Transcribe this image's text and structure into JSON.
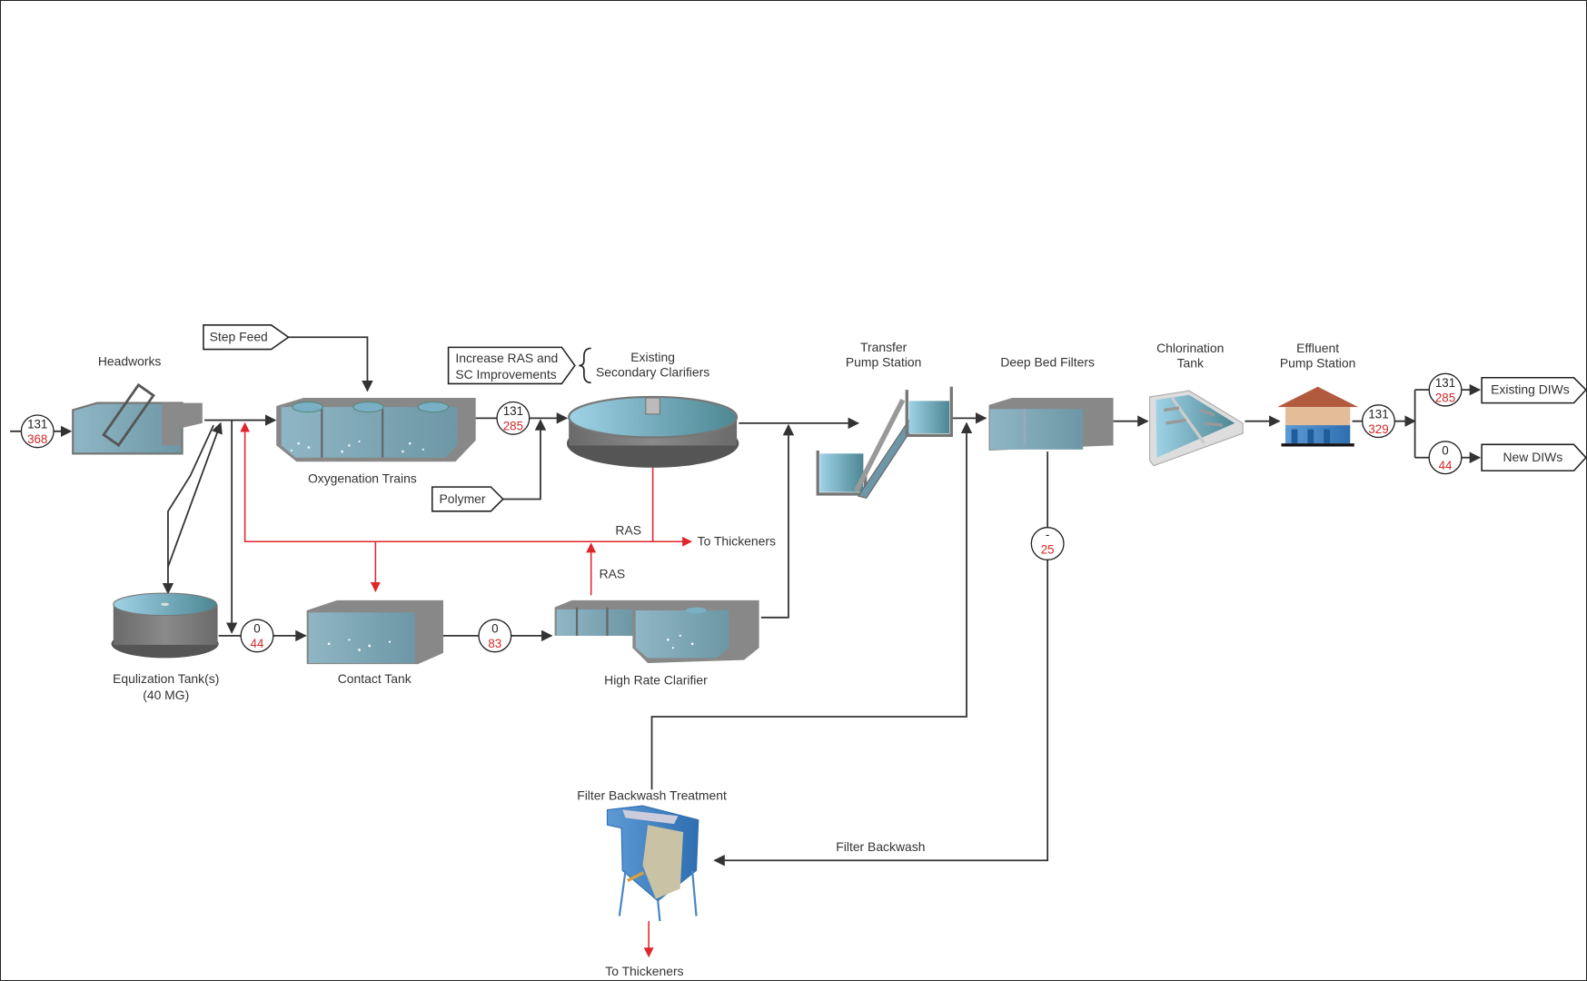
{
  "diagram": {
    "type": "process-flow",
    "title": "Wastewater Treatment Process Flow",
    "colors": {
      "flow_line": "#333333",
      "ras_line": "#e0262b",
      "flow_value_top": "#222222",
      "flow_value_bottom": "#d42a2a",
      "water": "#7fa8b6",
      "tank_wall": "#808080"
    },
    "units": [
      {
        "id": "headworks",
        "label": "Headworks"
      },
      {
        "id": "oxygenation",
        "label": "Oxygenation Trains"
      },
      {
        "id": "secondary_clarifiers",
        "label_line1": "Existing",
        "label_line2": "Secondary Clarifiers"
      },
      {
        "id": "transfer_pump",
        "label_line1": "Transfer",
        "label_line2": "Pump Station"
      },
      {
        "id": "deep_bed_filters",
        "label": "Deep Bed Filters"
      },
      {
        "id": "chlorination",
        "label_line1": "Chlorination",
        "label_line2": "Tank"
      },
      {
        "id": "effluent_pump",
        "label_line1": "Effluent",
        "label_line2": "Pump Station"
      },
      {
        "id": "equalization",
        "label_line1": "Equlization Tank(s)",
        "label_line2": "(40 MG)"
      },
      {
        "id": "contact_tank",
        "label": "Contact Tank"
      },
      {
        "id": "high_rate_clarifier",
        "label": "High Rate Clarifier"
      },
      {
        "id": "filter_backwash_treatment",
        "label": "Filter Backwash Treatment"
      }
    ],
    "tags": {
      "step_feed": "Step Feed",
      "increase_ras_line1": "Increase RAS and",
      "increase_ras_line2": "SC Improvements",
      "polymer": "Polymer",
      "existing_diws": "Existing DIWs",
      "new_diws": "New DIWs"
    },
    "flow_labels": {
      "ras_1": "RAS",
      "ras_2": "RAS",
      "to_thickeners_1": "To Thickeners",
      "to_thickeners_2": "To Thickeners",
      "filter_backwash": "Filter Backwash"
    },
    "flow_values": {
      "influent": {
        "top": "131",
        "bottom": "368"
      },
      "oxygenation_out": {
        "top": "131",
        "bottom": "285"
      },
      "equalization_out": {
        "top": "0",
        "bottom": "44"
      },
      "contact_out": {
        "top": "0",
        "bottom": "83"
      },
      "filter_backwash": {
        "top": "-",
        "bottom": "25"
      },
      "effluent": {
        "top": "131",
        "bottom": "329"
      },
      "existing_diws": {
        "top": "131",
        "bottom": "285"
      },
      "new_diws": {
        "top": "0",
        "bottom": "44"
      }
    }
  }
}
